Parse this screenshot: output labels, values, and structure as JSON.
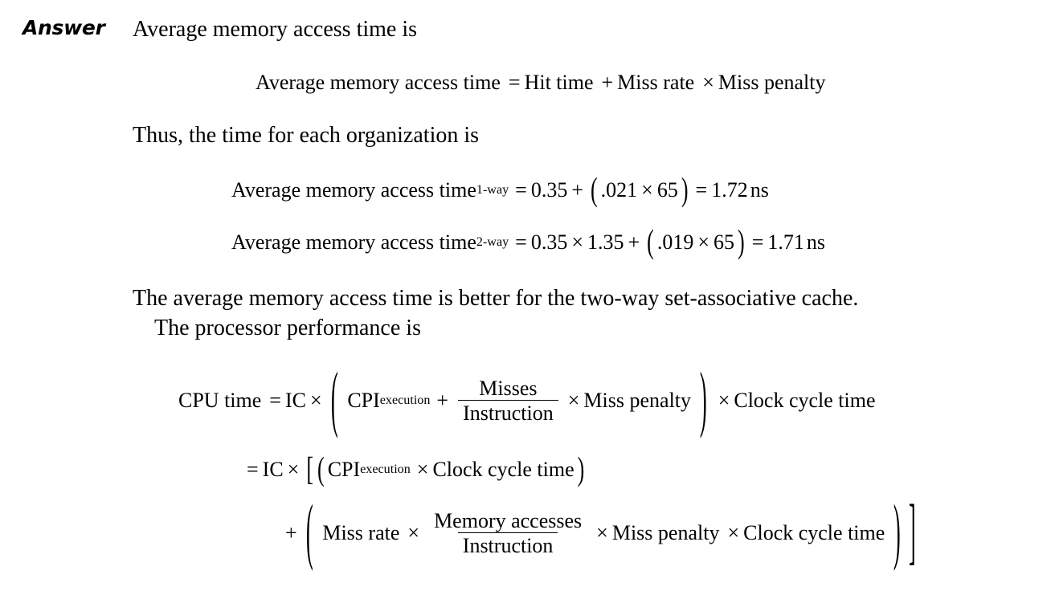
{
  "page": {
    "label": "Answer",
    "intro_line": "Average memory access time is",
    "thus_line": "Thus, the time for each organization is",
    "conclusion_line_1": "The average memory access time is better for the two-way set-associative cache.",
    "conclusion_line_2": "The processor performance is"
  },
  "equations": {
    "definition": {
      "lhs": "Average memory access time",
      "eq": "=",
      "hit_time": "Hit time",
      "plus": "+",
      "miss_rate": "Miss rate",
      "times": "×",
      "miss_penalty": "Miss penalty"
    },
    "one_way": {
      "lhs": "Average memory access time",
      "subscript": "1-way",
      "eq": "=",
      "hit_time_value": "0.35",
      "plus": "+",
      "open_paren": "(",
      "miss_rate_value": ".021",
      "times": "×",
      "miss_penalty_value": "65",
      "close_paren": ")",
      "eq2": "=",
      "result": "1.72",
      "unit": "ns"
    },
    "two_way": {
      "lhs": "Average memory access time",
      "subscript": "2-way",
      "eq": "=",
      "hit_time_value": "0.35",
      "times0": "×",
      "hit_factor": "1.35",
      "plus": "+",
      "open_paren": "(",
      "miss_rate_value": ".019",
      "times": "×",
      "miss_penalty_value": "65",
      "close_paren": ")",
      "eq2": "=",
      "result": "1.71",
      "unit": "ns"
    },
    "cpu_time_line1": {
      "lhs": "CPU time",
      "eq": "=",
      "ic": "IC",
      "times1": "×",
      "open_paren": "(",
      "cpi": "CPI",
      "cpi_sub": "execution",
      "plus": "+",
      "frac_num": "Misses",
      "frac_den": "Instruction",
      "times2": "×",
      "miss_penalty": "Miss penalty",
      "close_paren": ")",
      "times3": "×",
      "clock_cycle_time": "Clock cycle time"
    },
    "cpu_time_line2": {
      "eq": "=",
      "ic": "IC",
      "times1": "×",
      "open_bracket": "[",
      "open_paren": "(",
      "cpi": "CPI",
      "cpi_sub": "execution",
      "times2": "×",
      "clock_cycle_time": "Clock cycle time",
      "close_paren": ")"
    },
    "cpu_time_line3": {
      "plus": "+",
      "open_paren": "(",
      "miss_rate": "Miss rate",
      "times1": "×",
      "frac_num": "Memory accesses",
      "frac_den": "Instruction",
      "times2": "×",
      "miss_penalty": "Miss penalty",
      "times3": "×",
      "clock_cycle_time": "Clock cycle time",
      "close_paren": ")",
      "close_bracket": "]"
    }
  }
}
